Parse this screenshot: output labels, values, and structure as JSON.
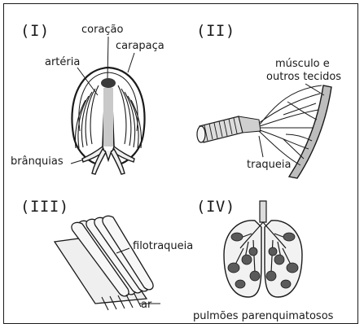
{
  "panels": [
    {
      "numeral": "(I)",
      "labels": {
        "heart": "coração",
        "carapace": "carapaça",
        "artery": "artéria",
        "gills": "brânquias"
      }
    },
    {
      "numeral": "(II)",
      "labels": {
        "muscle_line1": "músculo e",
        "muscle_line2": "outros tecidos",
        "trachea": "traqueia"
      }
    },
    {
      "numeral": "(III)",
      "labels": {
        "filotraqueia": "filotraqueia",
        "air": "ar"
      }
    },
    {
      "numeral": "(IV)",
      "labels": {
        "lungs": "pulmões parenquimatosos"
      }
    }
  ],
  "colors": {
    "ink": "#1a1a1a",
    "border": "#1a1a1a",
    "shade": "#c9c9c9",
    "dark": "#5a5a5a",
    "light": "#efefef"
  }
}
